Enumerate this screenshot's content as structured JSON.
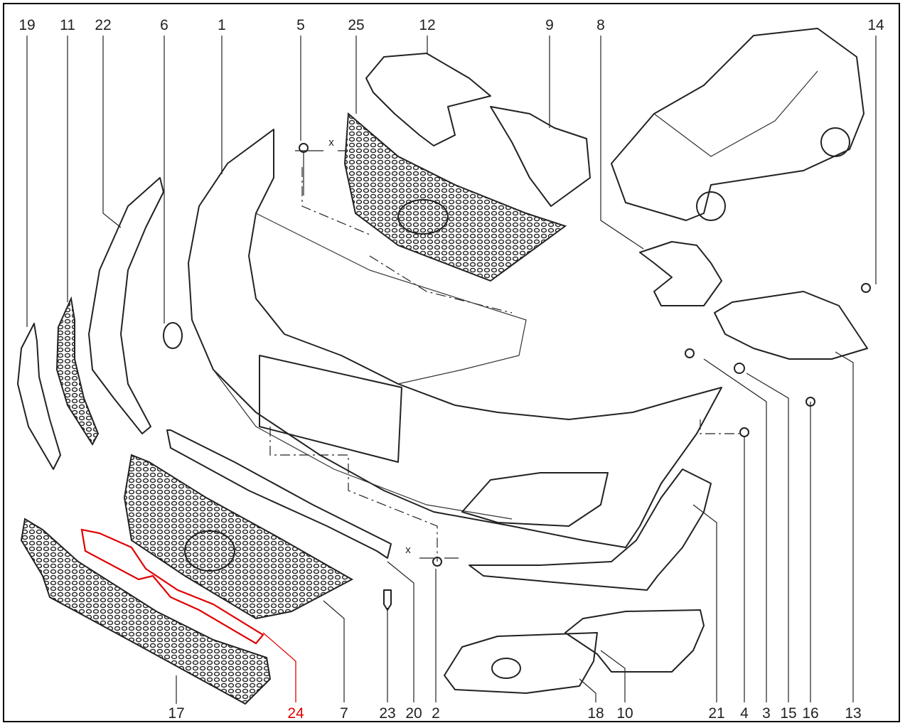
{
  "diagram": {
    "top_callouts": [
      "19",
      "11",
      "22",
      "6",
      "1",
      "5",
      "25",
      "12",
      "9",
      "8",
      "14"
    ],
    "bottom_callouts": [
      "17",
      "24",
      "7",
      "23",
      "20",
      "2",
      "18",
      "10",
      "21",
      "4",
      "3",
      "15",
      "16",
      "13"
    ],
    "highlight_callout": "24",
    "highlight_color": "#e00000",
    "axis_marks": [
      "x",
      "x"
    ]
  }
}
